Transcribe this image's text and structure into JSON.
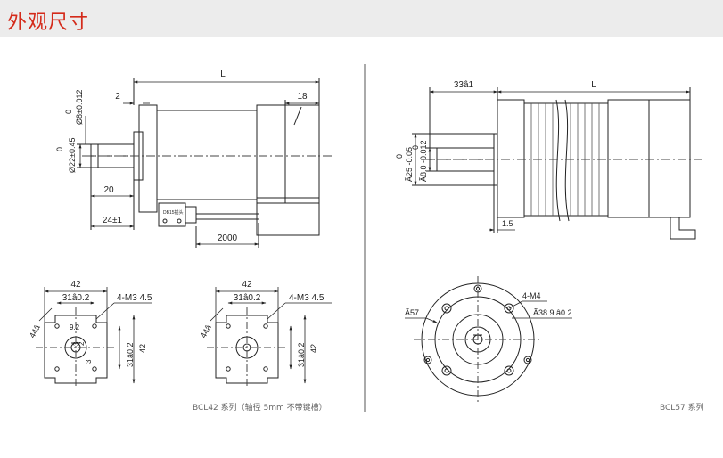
{
  "header": {
    "title": "外观尺寸"
  },
  "bcl42_side": {
    "L": "L",
    "dim_2": "2",
    "dim_18": "18",
    "shaft_tol_zero": "0",
    "shaft_dia": "Ø8±0.012",
    "boss_tol_zero": "0",
    "boss_dia": "Ø22±0.45",
    "dim_20": "20",
    "dim_24": "24±1",
    "connector": "DB15插头",
    "cable_len": "2000"
  },
  "bcl42_front1": {
    "w42": "42",
    "w31": "31â0.2",
    "holes": "4-M3  4.5",
    "diag": "44â",
    "shaft_a": "9.2",
    "shaft_b": "3",
    "shaft_c": "2",
    "shaft_d": "3",
    "h31": "31â0.2",
    "h42": "42"
  },
  "bcl42_front2": {
    "w42": "42",
    "w31": "31â0.2",
    "holes": "4-M3  4.5",
    "diag": "44â",
    "h31": "31â0.2",
    "h42": "42"
  },
  "bcl42_caption": "BCL42 系列（轴径 5mm 不带键槽）",
  "bcl57_side": {
    "dim_33": "33â1",
    "L": "L",
    "zero1": "0",
    "dia25": "Ã25 -0.05",
    "zero2": "0",
    "dia8": "Ã8.0 -0.012",
    "dim_15": "1.5"
  },
  "bcl57_front": {
    "dia57": "Ã57",
    "holes": "4-M4",
    "pcd": "Ã38.9 â0.2"
  },
  "bcl57_caption": "BCL57 系列"
}
